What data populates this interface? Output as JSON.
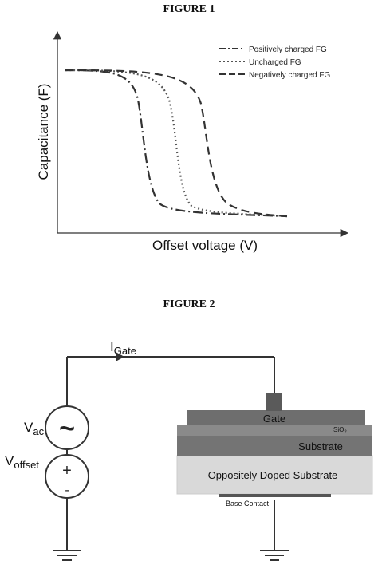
{
  "figure1": {
    "title": "FIGURE 1",
    "ylabel": "Capacitance (F)",
    "xlabel": "Offset voltage (V)",
    "legend": [
      "Positively charged FG",
      "Uncharged FG",
      "Negatively charged FG"
    ]
  },
  "figure2": {
    "title": "FIGURE 2",
    "current_label": "I",
    "current_sub": "Gate",
    "vac_label": "V",
    "vac_sub": "ac",
    "voffset_label": "V",
    "voffset_sub": "offset",
    "plus": "+",
    "minus": "-",
    "ac_symbol": "~",
    "gate": "Gate",
    "oxide": "SiO",
    "oxide_sub": "2",
    "substrate": "Substrate",
    "opposite": "Oppositely Doped Substrate",
    "base": "Base Contact"
  },
  "colors": {
    "line": "#333333",
    "gate_fill": "#6e6e6e",
    "oxide_fill": "#8a8a8a",
    "substrate_fill": "#747474",
    "opposite_fill": "#d9d9d9",
    "base_fill": "#555555"
  }
}
